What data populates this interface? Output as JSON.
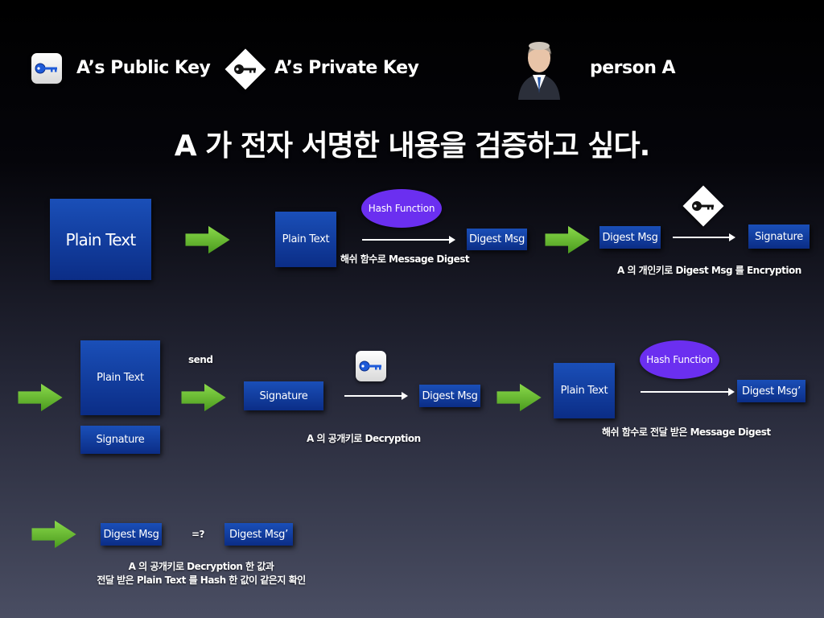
{
  "legend": {
    "public_key_label": "A’s Public Key",
    "private_key_label": "A’s Private Key",
    "person_label": "person A"
  },
  "title": "A 가 전자 서명한 내용을 검증하고 싶다.",
  "row1": {
    "plain_text_big": "Plain Text",
    "plain_text": "Plain Text",
    "hash_function": "Hash Function",
    "digest_msg": "Digest Msg",
    "hash_caption": "해쉬 함수로 Message Digest",
    "digest_msg_2": "Digest Msg",
    "signature": "Signature",
    "encrypt_caption": "A 의 개인키로 Digest Msg 를 Encryption"
  },
  "row2": {
    "plain_text": "Plain Text",
    "signature_under": "Signature",
    "send_label": "send",
    "signature": "Signature",
    "digest_msg": "Digest Msg",
    "decrypt_caption": "A 의 공개키로 Decryption",
    "plain_text_right": "Plain Text",
    "hash_function": "Hash Function",
    "digest_msg_prime": "Digest Msg’",
    "hash_caption": "해쉬 함수로 전달 받은 Message Digest"
  },
  "row3": {
    "digest_msg": "Digest Msg",
    "compare": "=?",
    "digest_msg_prime": "Digest Msg’",
    "caption_line1": "A 의 공개키로 Decryption 한 값과",
    "caption_line2": "전달 받은 Plain Text 를 Hash 한 값이 같은지 확인"
  },
  "colors": {
    "box_blue": "#1a4fb8",
    "oval_purple": "#6b2ff0",
    "arrow_green": "#5fb52a"
  },
  "icons": [
    "key-tile-icon",
    "private-key-diamond-icon",
    "person-icon",
    "green-arrow-icon"
  ]
}
